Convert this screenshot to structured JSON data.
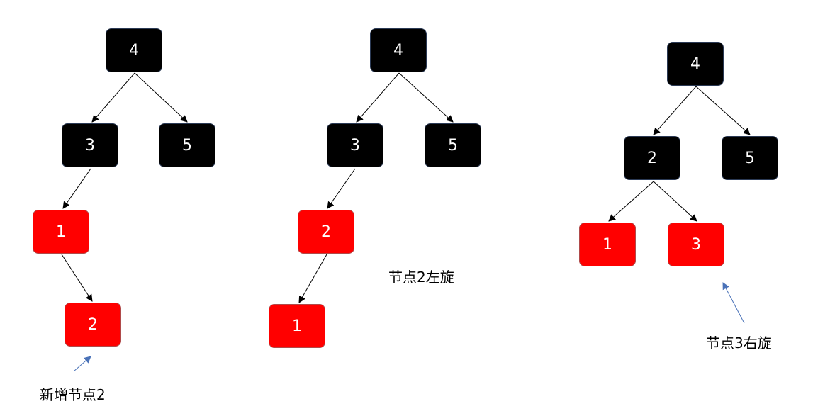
{
  "colors": {
    "black_node": "#000000",
    "red_node": "#ff0000",
    "node_text": "#ffffff",
    "edge": "#000000",
    "pointer_arrow": "#4a72b8"
  },
  "trees": [
    {
      "nodes": [
        {
          "label": "4",
          "color": "black"
        },
        {
          "label": "3",
          "color": "black"
        },
        {
          "label": "5",
          "color": "black"
        },
        {
          "label": "1",
          "color": "red"
        },
        {
          "label": "2",
          "color": "red"
        }
      ],
      "caption": "新增节点2"
    },
    {
      "nodes": [
        {
          "label": "4",
          "color": "black"
        },
        {
          "label": "3",
          "color": "black"
        },
        {
          "label": "5",
          "color": "black"
        },
        {
          "label": "2",
          "color": "red"
        },
        {
          "label": "1",
          "color": "red"
        }
      ],
      "caption": "节点2左旋"
    },
    {
      "nodes": [
        {
          "label": "4",
          "color": "black"
        },
        {
          "label": "2",
          "color": "black"
        },
        {
          "label": "5",
          "color": "black"
        },
        {
          "label": "1",
          "color": "red"
        },
        {
          "label": "3",
          "color": "red"
        }
      ],
      "caption": "节点3右旋"
    }
  ]
}
